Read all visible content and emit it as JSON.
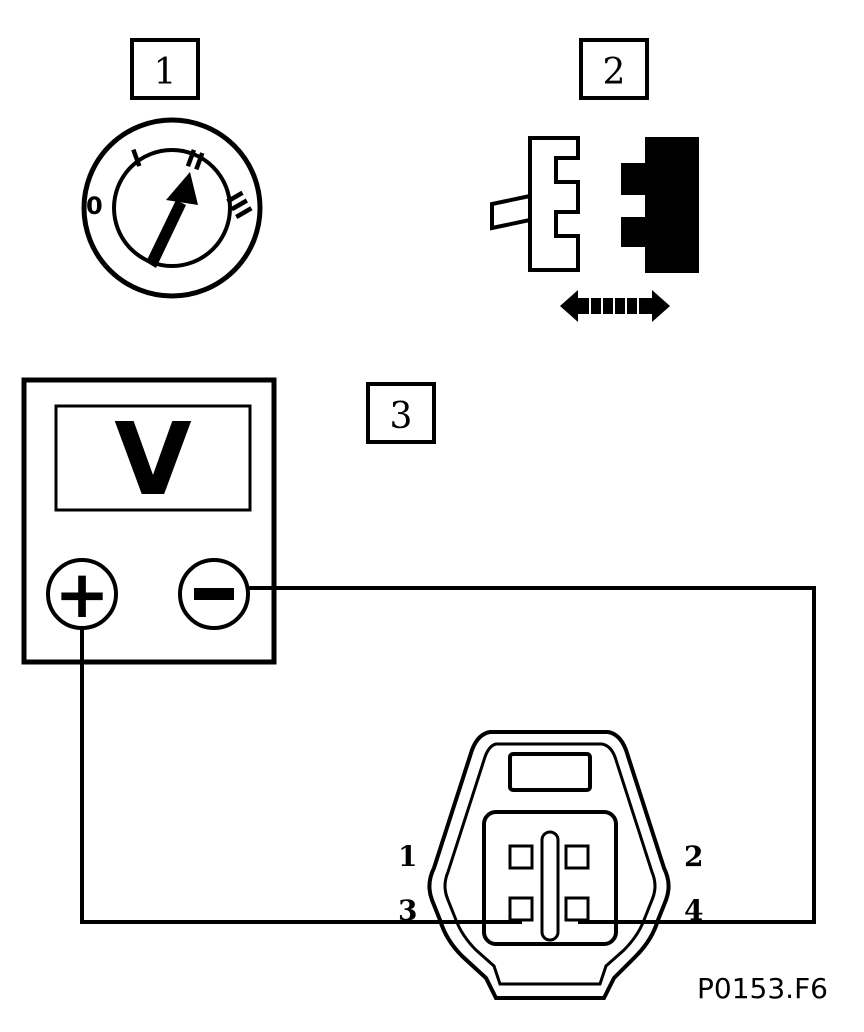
{
  "steps": {
    "one": "1",
    "two": "2",
    "three": "3"
  },
  "ignition": {
    "positions": [
      "0",
      "I",
      "II",
      "III"
    ],
    "icon": "ignition-switch-icon"
  },
  "connector_step": {
    "icon": "connector-disconnect-icon",
    "arrow_icon": "double-arrow-icon"
  },
  "voltmeter": {
    "display": "V",
    "positive": "+",
    "negative": "−"
  },
  "connector": {
    "pins": [
      "1",
      "2",
      "3",
      "4"
    ]
  },
  "figure_code": "P0153.F6",
  "colors": {
    "ink": "#000000",
    "paper": "#ffffff"
  }
}
